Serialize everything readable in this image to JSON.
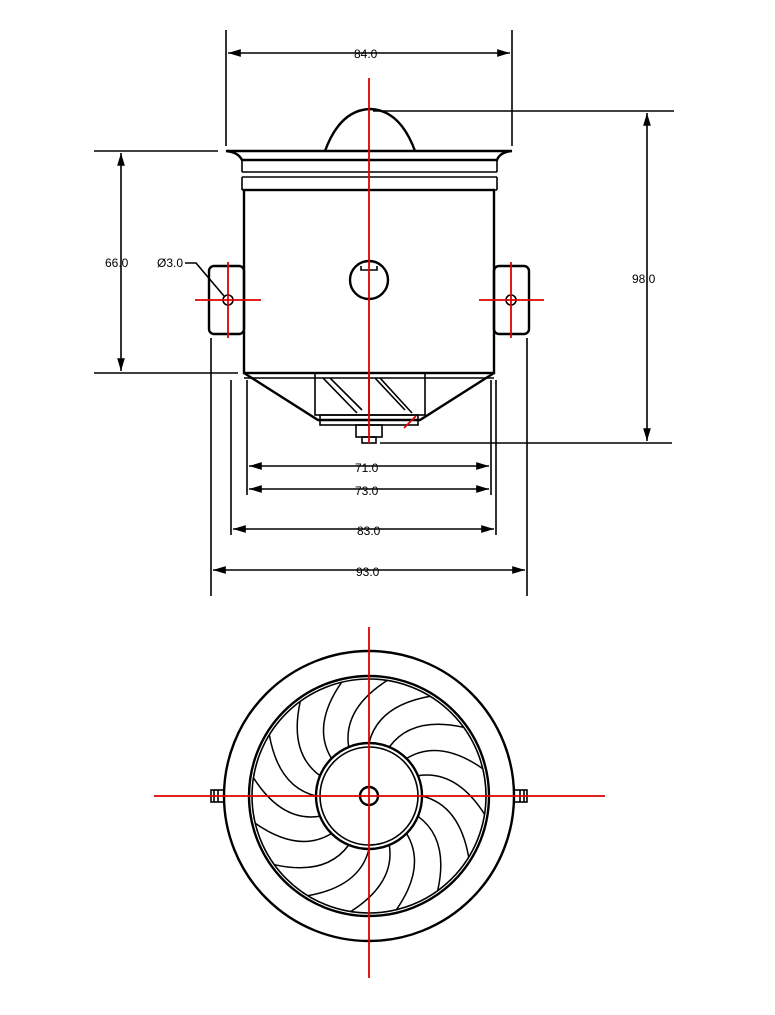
{
  "dimensions": {
    "top_width": "84.0",
    "height_body": "66.0",
    "hole_dia": "Ø3.0",
    "total_height": "98.0",
    "d71": "71.0",
    "d73": "73.0",
    "d83": "83.0",
    "d93": "93.0"
  },
  "fan": {
    "blade_count": 16
  },
  "colors": {
    "line": "#000000",
    "centerline": "#e00000"
  }
}
